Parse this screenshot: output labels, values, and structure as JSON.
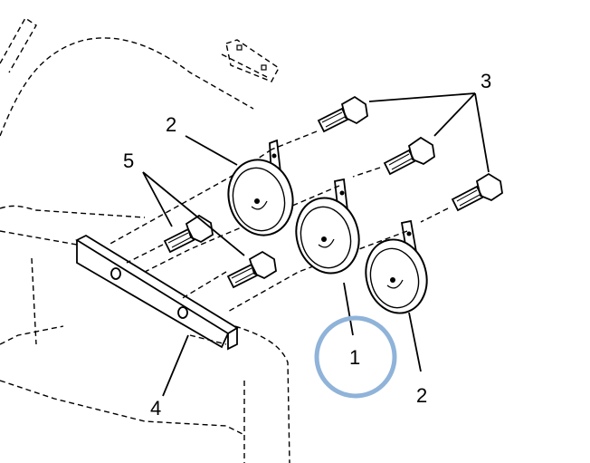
{
  "diagram": {
    "callouts": [
      "1",
      "2",
      "2",
      "3",
      "4",
      "5"
    ],
    "highlight_color": "#8fb3d9"
  }
}
